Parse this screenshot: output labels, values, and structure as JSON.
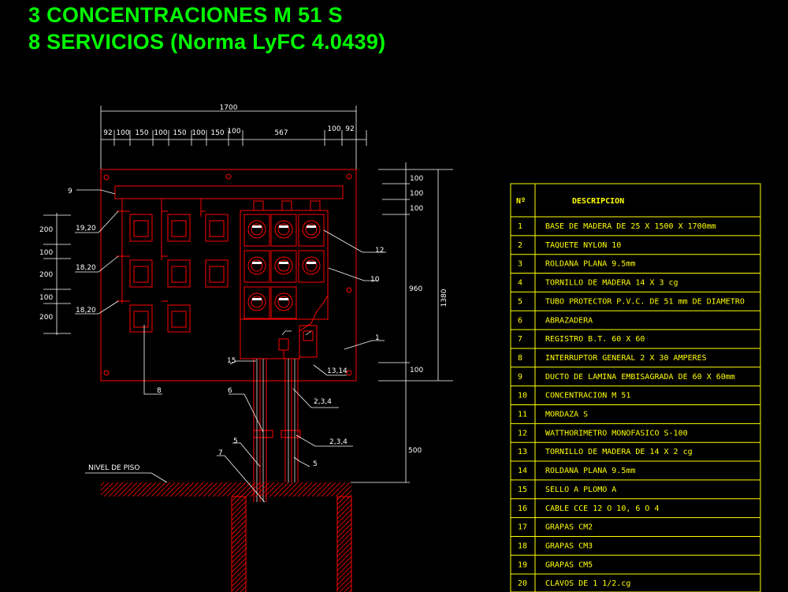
{
  "titles": {
    "line1": "3 CONCENTRACIONES M 51 S",
    "line2": "8 SERVICIOS  (Norma LyFC 4.0439)"
  },
  "colors": {
    "title": "#00ff00",
    "red": "#ff0000",
    "white": "#ffffff",
    "yellow": "#ffff00",
    "background": "#000000"
  },
  "dimensions": {
    "total_width": "1700",
    "segments": [
      "92",
      "100",
      "150",
      "100",
      "150",
      "100",
      "150",
      "100",
      "567",
      "100",
      "92"
    ],
    "right_stack": [
      "100",
      "100",
      "100"
    ],
    "mid_960": "960",
    "total_1380": "1380",
    "bottom_100": "100",
    "bottom_500": "500",
    "left_200a": "200",
    "left_100a": "100",
    "left_200b": "200",
    "left_100b": "100",
    "left_200c": "200"
  },
  "labels": {
    "l9": "9",
    "l1920": "19,20",
    "l1820a": "18,20",
    "l1820b": "18,20",
    "l12": "12",
    "l10": "10",
    "l1": "1",
    "l15": "15",
    "l1314": "13,14",
    "l8": "8",
    "l6": "6",
    "l234a": "2,3,4",
    "l234b": "2,3,4",
    "l5a": "5",
    "l5b": "5",
    "l7": "7",
    "nivel": "NIVEL DE PISO"
  },
  "table": {
    "header_no": "Nº",
    "header_desc": "DESCRIPCION",
    "rows": [
      {
        "n": "1",
        "d": "BASE DE MADERA DE 25 X 1500 X 1700mm"
      },
      {
        "n": "2",
        "d": "TAQUETE NYLON 10"
      },
      {
        "n": "3",
        "d": "ROLDANA PLANA 9.5mm"
      },
      {
        "n": "4",
        "d": "TORNILLO DE MADERA 14 X 3 cg"
      },
      {
        "n": "5",
        "d": "TUBO PROTECTOR P.V.C. DE 51 mm DE DIAMETRO"
      },
      {
        "n": "6",
        "d": "ABRAZADERA"
      },
      {
        "n": "7",
        "d": "REGISTRO B.T. 60 X 60"
      },
      {
        "n": "8",
        "d": "INTERRUPTOR GENERAL 2 X 30 AMPERES"
      },
      {
        "n": "9",
        "d": "DUCTO DE LAMINA EMBISAGRADA DE 60 X 60mm"
      },
      {
        "n": "10",
        "d": "CONCENTRACION M 51"
      },
      {
        "n": "11",
        "d": "MORDAZA S"
      },
      {
        "n": "12",
        "d": "WATTHORIMETRO MONOFASICO S-100"
      },
      {
        "n": "13",
        "d": "TORNILLO DE MADERA DE 14 X 2 cg"
      },
      {
        "n": "14",
        "d": "ROLDANA PLANA 9.5mm"
      },
      {
        "n": "15",
        "d": "SELLO A PLOMO A"
      },
      {
        "n": "16",
        "d": "CABLE CCE 12 O 10, 6 O 4"
      },
      {
        "n": "17",
        "d": "GRAPAS CM2"
      },
      {
        "n": "18",
        "d": "GRAPAS CM3"
      },
      {
        "n": "19",
        "d": "GRAPAS CM5"
      },
      {
        "n": "20",
        "d": "CLAVOS DE 1 1/2.cg"
      }
    ]
  }
}
